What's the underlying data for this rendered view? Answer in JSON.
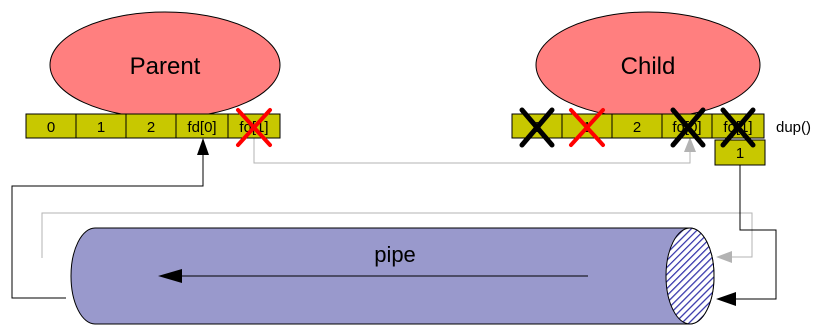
{
  "colors": {
    "process_fill": "#ff7f7f",
    "cell_fill": "#c8c800",
    "pipe_fill": "#9999cc",
    "pipe_hatch": "#3333aa",
    "red_x": "#ff0000",
    "black_x": "#000000",
    "gray_line": "#b3b3b3"
  },
  "parent": {
    "label": "Parent",
    "cells": [
      "0",
      "1",
      "2",
      "fd[0]",
      "fd[1]"
    ]
  },
  "child": {
    "label": "Child",
    "cells": [
      "0",
      "1",
      "2",
      "fd[0]",
      "fd[1]"
    ],
    "dup_cell": "1",
    "dup_label": "dup()"
  },
  "pipe": {
    "label": "pipe"
  }
}
